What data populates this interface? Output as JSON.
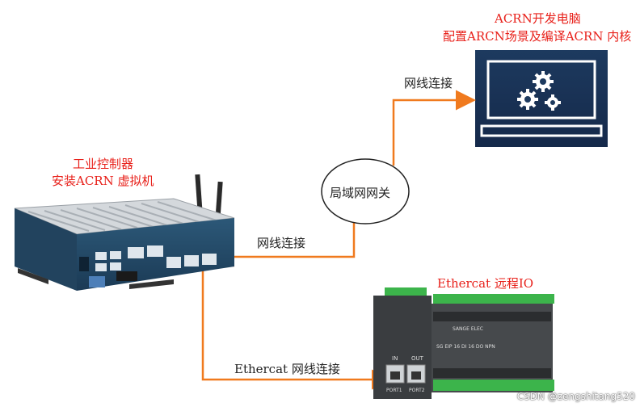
{
  "pc": {
    "title": "ACRN开发电脑",
    "subtitle": "配置ARCN场景及编译ACRN 内核"
  },
  "controller": {
    "title": "工业控制器",
    "subtitle": "安装ACRN 虚拟机"
  },
  "gateway": {
    "label": "局域网网关"
  },
  "links": {
    "pc_link": "网线连接",
    "controller_link": "网线连接",
    "ethercat_link": "Ethercat 网线连接"
  },
  "io": {
    "title": "Ethercat 远程IO",
    "brand": "SANGE ELEC",
    "model": "SG EIP 16 DI 16 DO NPN",
    "port_in": "IN",
    "port_out": "OUT",
    "port1": "PORT1",
    "port2": "PORT2"
  },
  "watermark": "CSDN @zengshitang520",
  "colors": {
    "accent_red": "#e8201a",
    "link_orange": "#f07a1e",
    "monitor_blue": "#1d3557"
  }
}
